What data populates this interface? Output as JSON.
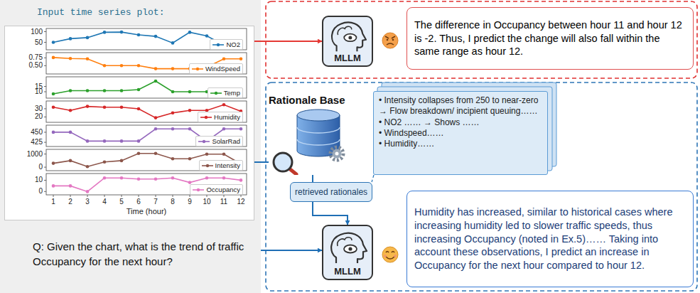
{
  "diagram": {
    "nodes": [
      {
        "text": [
          "Input time series plot:",
          "Q: Given the chart, what is the trend of traffic Occupancy for the next hour?"
        ]
      },
      {
        "text": [
          "Time (hour)"
        ],
        "in": 0
      },
      {
        "text": [
          "MLLM"
        ]
      },
      {
        "text": [
          "The difference in Occupancy between hour 11 and hour 12 is -2. Thus, I predict the change will also fall within the same range as hour 12."
        ]
      },
      {
        "text": [
          "Rationale Base"
        ]
      },
      {
        "text": [
          "• Intensity collapses from 250 to near-zero → Flow breakdown/ incipient queuing……",
          "• NO2 …… → Shows ……",
          "• Windspeed……",
          "• Humidity……"
        ]
      },
      {
        "text": [
          "retrieved rationales"
        ]
      },
      {
        "text": [
          "MLLM"
        ]
      },
      {
        "text": [
          "Humidity has increased, similar to historical cases where increasing humidity led to slower traffic speeds, thus increasing Occupancy (noted in Ex.5)…… Taking into account these observations, I predict an increase in Occupancy for the next hour compared to hour 12."
        ]
      }
    ],
    "edges": [
      {
        "from": 1,
        "to": 2,
        "arrow": "to"
      },
      {
        "from": 1,
        "to": 4,
        "arrow": "none"
      },
      {
        "from": 4,
        "to": 6,
        "arrow": "none"
      },
      {
        "from": 6,
        "to": 7,
        "arrow": "to"
      },
      {
        "from": 5,
        "to": 6,
        "arrow": "none"
      },
      {
        "from": 0,
        "to": 7,
        "arrow": "to"
      }
    ],
    "labels": [
      "100",
      "50",
      "0.75",
      "0.50",
      "15",
      "10",
      "30",
      "20",
      "450",
      "425",
      "1000",
      "0",
      "10",
      "0",
      "1",
      "2",
      "3",
      "4",
      "5",
      "6",
      "7",
      "8",
      "9",
      "10",
      "11",
      "12"
    ],
    "legend": [
      {
        "text": "NO2"
      },
      {
        "text": "WindSpeed"
      },
      {
        "text": "Temp"
      },
      {
        "text": "Humidity"
      },
      {
        "text": "SolarRad"
      },
      {
        "text": "Intensity"
      },
      {
        "text": "Occupancy"
      }
    ]
  }
}
